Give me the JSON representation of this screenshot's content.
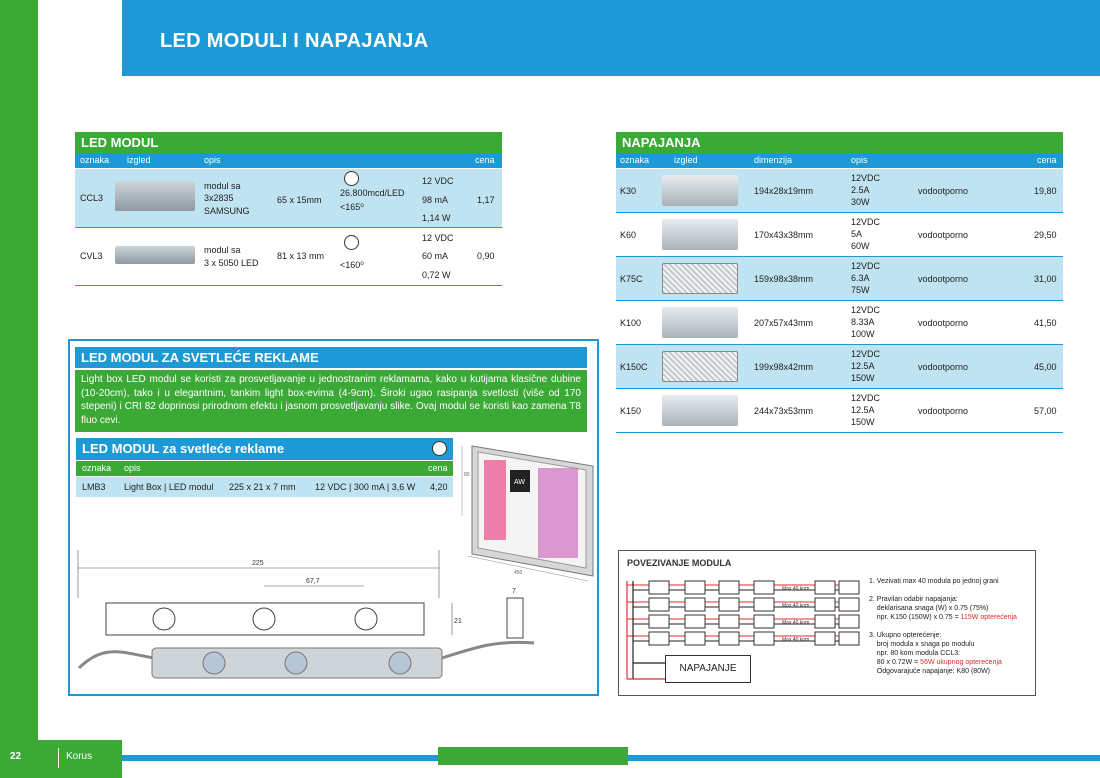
{
  "header": {
    "title": "LED MODULI I NAPAJANJA"
  },
  "footer": {
    "page": "22",
    "brand": "Korus"
  },
  "led_modul": {
    "title": "LED MODUL",
    "columns": [
      "oznaka",
      "izgled",
      "opis",
      "cena"
    ],
    "rows": [
      {
        "code": "CCL3",
        "desc1": "modul sa",
        "desc2": "3x2835",
        "desc3": "SAMSUNG",
        "size": "65 x 15mm",
        "lum": "26.800mcd/LED",
        "angle": "<165⁰",
        "volt": "12 VDC",
        "amp": "98 mA",
        "watt": "1,14 W",
        "price": "1,17"
      },
      {
        "code": "CVL3",
        "desc1": "modul sa",
        "desc2": "3 x 5050 LED",
        "size": "81 x 13 mm",
        "angle": "<160⁰",
        "volt": "12 VDC",
        "amp": "60 mA",
        "watt": "0,72 W",
        "price": "0,90"
      }
    ]
  },
  "napajanja": {
    "title": "NAPAJANJA",
    "columns": [
      "oznaka",
      "izgled",
      "dimenzija",
      "opis",
      "cena"
    ],
    "rows": [
      {
        "code": "K30",
        "dim": "194x28x19mm",
        "v": "12VDC",
        "a": "2.5A",
        "w": "30W",
        "note": "vodootporno",
        "price": "19,80"
      },
      {
        "code": "K60",
        "dim": "170x43x38mm",
        "v": "12VDC",
        "a": "5A",
        "w": "60W",
        "note": "vodootporno",
        "price": "29,50"
      },
      {
        "code": "K75C",
        "dim": "159x98x38mm",
        "v": "12VDC",
        "a": "6.3A",
        "w": "75W",
        "note": "vodootporno",
        "price": "31,00"
      },
      {
        "code": "K100",
        "dim": "207x57x43mm",
        "v": "12VDC",
        "a": "8.33A",
        "w": "100W",
        "note": "vodootporno",
        "price": "41,50"
      },
      {
        "code": "K150C",
        "dim": "199x98x42mm",
        "v": "12VDC",
        "a": "12.5A",
        "w": "150W",
        "note": "vodootporno",
        "price": "45,00"
      },
      {
        "code": "K150",
        "dim": "244x73x53mm",
        "v": "12VDC",
        "a": "12.5A",
        "w": "150W",
        "note": "vodootporno",
        "price": "57,00"
      }
    ]
  },
  "reklame": {
    "title": "LED MODUL ZA SVETLEĆE REKLAME",
    "description": "Light box LED modul se koristi za prosvetljavanje u jednostranim reklamama, kako u kutijama klasične dubine (10-20cm), tako i u elegantnim, tankim light box-evima (4-9cm). Široki ugao rasipanja svetlosti (više od 170 stepeni) i CRI 82 doprinosi prirodnom efektu i jasnom prosvetljavanju slike. Ovaj modul se koristi kao zamena T8 fluo cevi.",
    "sub_title": "LED MODUL za svetleće reklame",
    "columns": [
      "oznaka",
      "opis",
      "cena"
    ],
    "row": {
      "code": "LMB3",
      "desc": "Light Box | LED modul",
      "size": "225 x 21 x 7 mm",
      "spec": "12 VDC | 300 mA | 3,6 W",
      "price": "4,20"
    },
    "dims": {
      "total": "225",
      "pitch": "67,7",
      "height": "21",
      "depth": "7"
    },
    "lightbox": {
      "dim_side": "80",
      "dim_bottom": "450",
      "sign_text": "AW"
    }
  },
  "povezivanje": {
    "title": "POVEZIVANJE MODULA",
    "chain_label": "Max 40 kom",
    "psu_label": "NAPAJANJE",
    "notes": {
      "n1": "1. Vezivati max 40 modula po jednoj grani",
      "n2a": "2. Pravilan odabir napajanja:",
      "n2b": "    deklarisana snaga (W) x 0.75 (75%)",
      "n2c": "    npr. K150 (150W) x 0.75 = ",
      "n2d": "115W opterećenja",
      "n3a": "3. Ukupno opterećenje:",
      "n3b": "    broj modula x snaga po modulu",
      "n3c": "    npr. 80 kom modula CCL3:",
      "n3d": "    80 x 0.72W = ",
      "n3e": "56W ukupnog opterećenja",
      "n3f": "    Odgovarajuće napajanje: K80 (80W)"
    }
  },
  "colors": {
    "green": "#3aa935",
    "blue": "#1d9ad6",
    "light_blue": "#bfe3f1",
    "red": "#e12b2b"
  }
}
